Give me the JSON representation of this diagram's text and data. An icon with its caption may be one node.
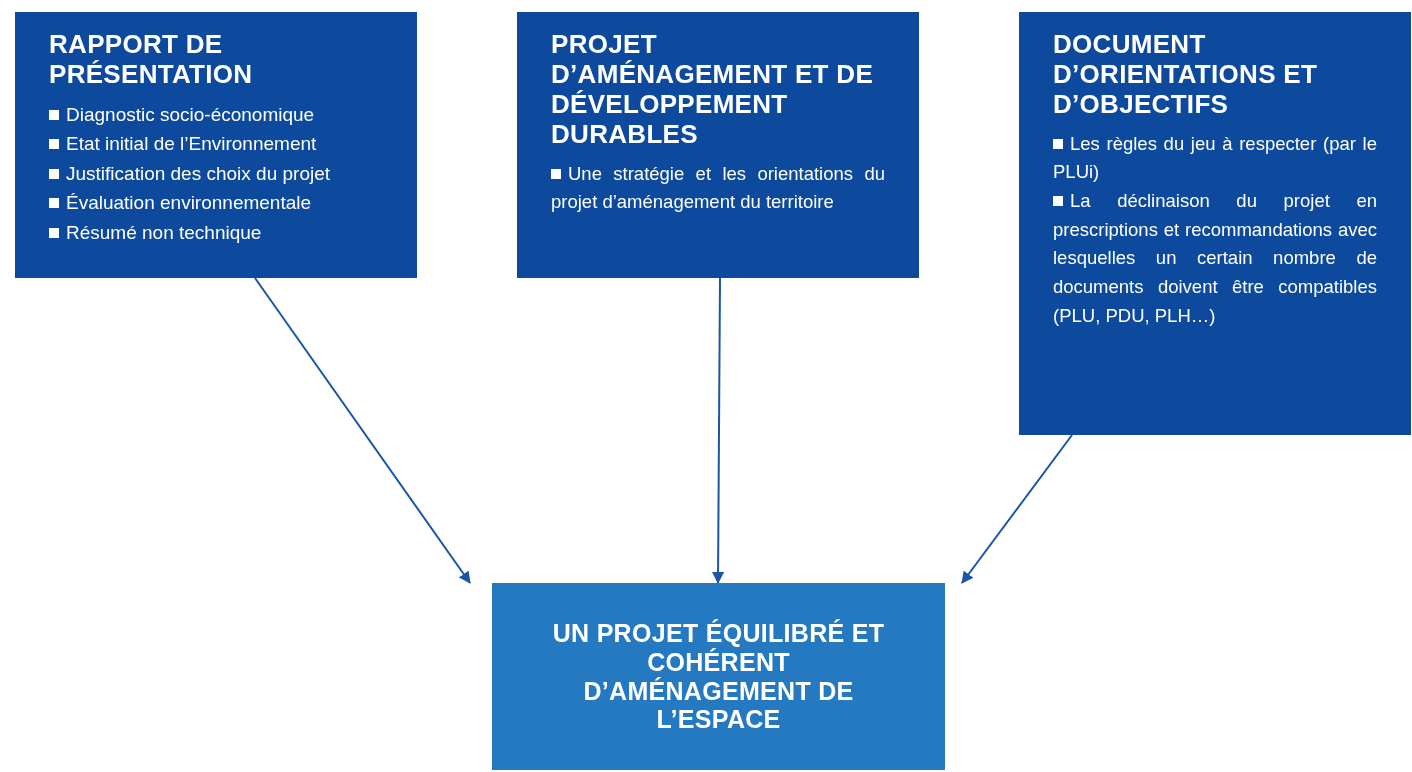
{
  "diagram": {
    "nodes": [
      {
        "text": [
          "RAPPORT DE PRÉSENTATION",
          "Diagnostic socio-économique",
          "Etat initial de l’Environnement",
          "Justification des choix du projet",
          "Évaluation environnementale",
          "Résumé non technique"
        ]
      },
      {
        "text": [
          "PROJET D’AMÉNAGEMENT ET DE DÉVELOPPEMENT DURABLES",
          "Une stratégie et les orientations du projet d’aménagement du territoire"
        ]
      },
      {
        "text": [
          "DOCUMENT D’ORIENTATIONS ET D’OBJECTIFS",
          "Les règles du jeu à respecter (par le PLUi)",
          "La déclinaison du projet en prescriptions et recommandations avec lesquelles un certain nombre de documents doivent être compatibles (PLU, PDU, PLH…)"
        ]
      },
      {
        "text": [
          "UN PROJET ÉQUILIBRÉ ET COHÉRENT D’AMÉNAGEMENT DE L’ESPACE"
        ]
      }
    ],
    "edges": [
      {
        "from": 0,
        "to": 3,
        "arrow": "to"
      },
      {
        "from": 1,
        "to": 3,
        "arrow": "to"
      },
      {
        "from": 2,
        "to": 3,
        "arrow": "to"
      }
    ]
  }
}
